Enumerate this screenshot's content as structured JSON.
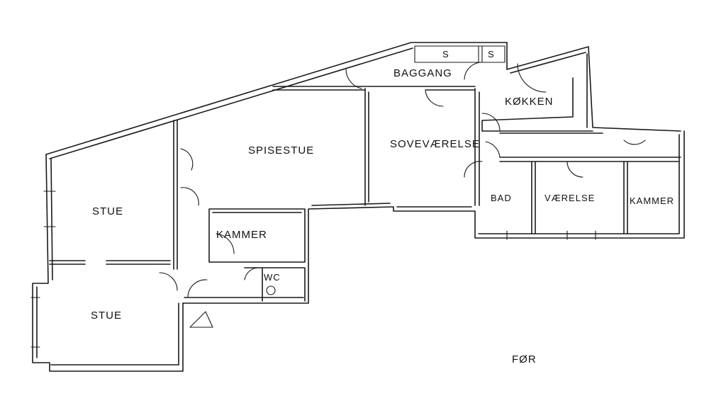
{
  "plan": {
    "rooms": {
      "baggang": "BAGGANG",
      "storage_1": "S",
      "storage_2": "S",
      "kokken": "KØKKEN",
      "spisestue": "SPISESTUE",
      "sovevaerelse": "SOVEVÆRELSE",
      "stue_1": "STUE",
      "stue_2": "STUE",
      "kammer_1": "KAMMER",
      "wc": "WC",
      "bad": "BAD",
      "vaerelse": "VÆRELSE",
      "kammer_2": "KAMMER"
    },
    "caption": "FØR"
  }
}
